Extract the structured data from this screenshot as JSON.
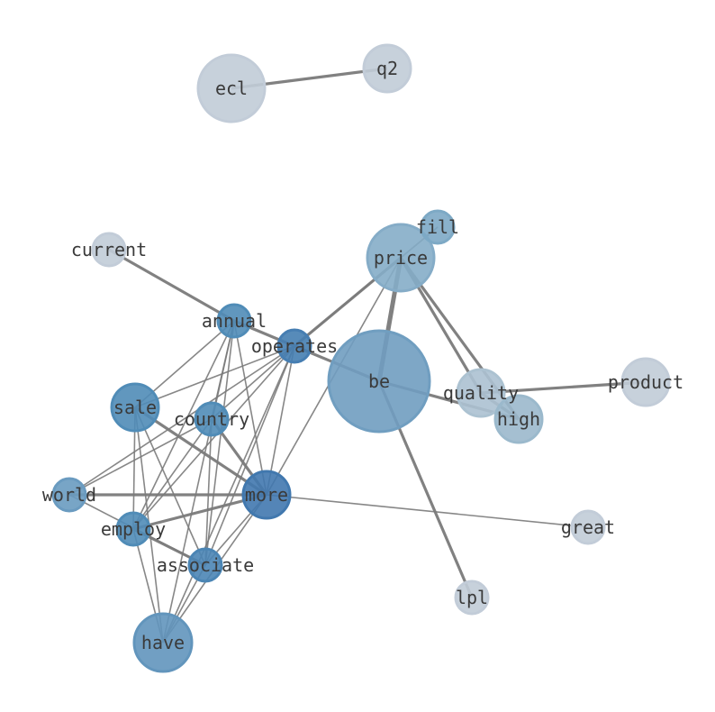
{
  "graph": {
    "nodes": [
      {
        "id": "ecl",
        "label": "ecl",
        "color": "#dce8f5"
      },
      {
        "id": "q2",
        "label": "q2",
        "color": "#dce8f5"
      },
      {
        "id": "fill",
        "label": "fill",
        "color": "#8ec0e0"
      },
      {
        "id": "current",
        "label": "current",
        "color": "#dce8f5"
      },
      {
        "id": "price",
        "label": "price",
        "color": "#97c4e2"
      },
      {
        "id": "annual",
        "label": "annual",
        "color": "#5b9fd0"
      },
      {
        "id": "operates",
        "label": "operates",
        "color": "#4f8fca"
      },
      {
        "id": "be",
        "label": "be",
        "color": "#7fb3da"
      },
      {
        "id": "quality",
        "label": "quality",
        "color": "#c3dcee"
      },
      {
        "id": "product",
        "label": "product",
        "color": "#dce8f5"
      },
      {
        "id": "high",
        "label": "high",
        "color": "#b0d2e8"
      },
      {
        "id": "sale",
        "label": "sale",
        "color": "#5b9fd0"
      },
      {
        "id": "country",
        "label": "country",
        "color": "#5b9fd0"
      },
      {
        "id": "world",
        "label": "world",
        "color": "#78b0da"
      },
      {
        "id": "more",
        "label": "more",
        "color": "#4a88c6"
      },
      {
        "id": "great",
        "label": "great",
        "color": "#dce8f5"
      },
      {
        "id": "employ",
        "label": "employ",
        "color": "#5b9fd0"
      },
      {
        "id": "associate",
        "label": "associate",
        "color": "#5597cd"
      },
      {
        "id": "lpl",
        "label": "lpl",
        "color": "#dce8f5"
      },
      {
        "id": "have",
        "label": "have",
        "color": "#6fa9d6"
      }
    ],
    "edges": [
      {
        "source": "ecl",
        "target": "q2",
        "weight": "strong"
      },
      {
        "source": "current",
        "target": "annual",
        "weight": "strong"
      },
      {
        "source": "annual",
        "target": "operates",
        "weight": "strong"
      },
      {
        "source": "operates",
        "target": "be",
        "weight": "strong"
      },
      {
        "source": "operates",
        "target": "price",
        "weight": "strong"
      },
      {
        "source": "operates",
        "target": "fill",
        "weight": "thin"
      },
      {
        "source": "be",
        "target": "price",
        "weight": "heavy"
      },
      {
        "source": "be",
        "target": "high",
        "weight": "strong"
      },
      {
        "source": "be",
        "target": "lpl",
        "weight": "strong"
      },
      {
        "source": "price",
        "target": "quality",
        "weight": "strong"
      },
      {
        "source": "price",
        "target": "high",
        "weight": "strong"
      },
      {
        "source": "price",
        "target": "fill",
        "weight": "thin"
      },
      {
        "source": "quality",
        "target": "product",
        "weight": "strong"
      },
      {
        "source": "quality",
        "target": "high",
        "weight": "strong"
      },
      {
        "source": "more",
        "target": "price",
        "weight": "thin"
      },
      {
        "source": "more",
        "target": "great",
        "weight": "thin"
      },
      {
        "source": "more",
        "target": "world",
        "weight": "strong"
      },
      {
        "source": "more",
        "target": "sale",
        "weight": "strong"
      },
      {
        "source": "more",
        "target": "country",
        "weight": "strong"
      },
      {
        "source": "more",
        "target": "employ",
        "weight": "strong"
      },
      {
        "source": "more",
        "target": "annual",
        "weight": "thin"
      },
      {
        "source": "more",
        "target": "operates",
        "weight": "thin"
      },
      {
        "source": "more",
        "target": "associate",
        "weight": "thin"
      },
      {
        "source": "more",
        "target": "have",
        "weight": "thin"
      },
      {
        "source": "sale",
        "target": "annual",
        "weight": "thin"
      },
      {
        "source": "sale",
        "target": "operates",
        "weight": "thin"
      },
      {
        "source": "sale",
        "target": "employ",
        "weight": "thin"
      },
      {
        "source": "sale",
        "target": "associate",
        "weight": "thin"
      },
      {
        "source": "sale",
        "target": "have",
        "weight": "thin"
      },
      {
        "source": "country",
        "target": "annual",
        "weight": "thin"
      },
      {
        "source": "country",
        "target": "operates",
        "weight": "thin"
      },
      {
        "source": "country",
        "target": "employ",
        "weight": "thin"
      },
      {
        "source": "country",
        "target": "associate",
        "weight": "thin"
      },
      {
        "source": "country",
        "target": "world",
        "weight": "thin"
      },
      {
        "source": "world",
        "target": "operates",
        "weight": "thin"
      },
      {
        "source": "world",
        "target": "associate",
        "weight": "thin"
      },
      {
        "source": "employ",
        "target": "annual",
        "weight": "thin"
      },
      {
        "source": "employ",
        "target": "operates",
        "weight": "thin"
      },
      {
        "source": "employ",
        "target": "associate",
        "weight": "strong"
      },
      {
        "source": "employ",
        "target": "have",
        "weight": "thin"
      },
      {
        "source": "associate",
        "target": "annual",
        "weight": "thin"
      },
      {
        "source": "associate",
        "target": "operates",
        "weight": "thin"
      },
      {
        "source": "associate",
        "target": "have",
        "weight": "thin"
      },
      {
        "source": "have",
        "target": "annual",
        "weight": "thin"
      },
      {
        "source": "have",
        "target": "operates",
        "weight": "thin"
      }
    ]
  }
}
